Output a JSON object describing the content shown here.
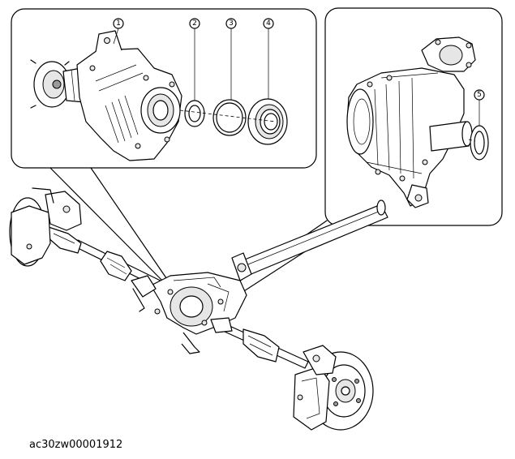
{
  "callouts": {
    "c1": "1",
    "c2": "2",
    "c3": "3",
    "c4": "4",
    "c5": "5"
  },
  "caption": "ac30zw00001912"
}
